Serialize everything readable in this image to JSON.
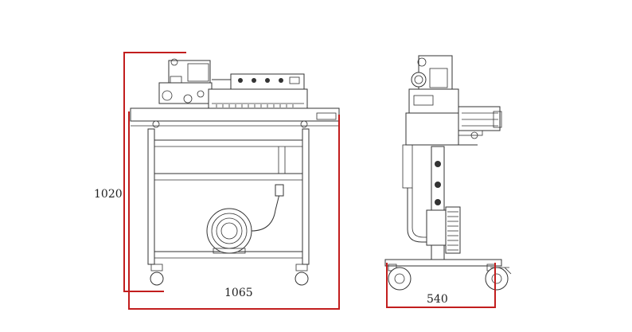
{
  "dimensions": {
    "height": "1020",
    "length": "1065",
    "width": "540"
  }
}
